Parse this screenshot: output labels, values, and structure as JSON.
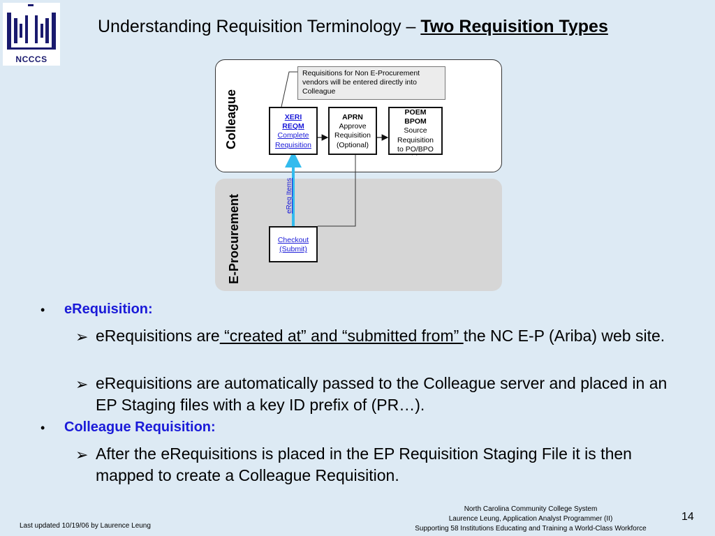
{
  "logo": {
    "text": "NCCCS"
  },
  "title": {
    "prefix": "Understanding Requisition Terminology – ",
    "emphasis": "Two Requisition Types"
  },
  "diagram": {
    "colleague_label": "Colleague",
    "ep_label": "E-Procurement",
    "note": "Requisitions for Non E-Procurement vendors will be entered directly into Colleague",
    "xeri": {
      "line1": "XERI",
      "line2": "REQM",
      "line3": "Complete",
      "line4": "Requisition"
    },
    "aprn": {
      "line1": "APRN",
      "line2": "Approve",
      "line3": "Requisition",
      "line4": "(Optional)"
    },
    "poem": {
      "line1": "POEM",
      "line2": "BPOM",
      "line3": "Source",
      "line4": "Requisition",
      "line5": "to PO/BPO"
    },
    "checkout": {
      "line1": "Checkout",
      "line2": "(Submit)"
    },
    "ereq_items": "eReq Items",
    "colors": {
      "accent_arrow": "#33bbee",
      "link_blue": "#1a1ad8",
      "ep_panel": "#d6d6d6"
    }
  },
  "bullets": {
    "b1": {
      "marker": "•",
      "heading": "eRequisition:",
      "s1_pre": "eRequisitions are",
      "s1_u": " “created at” and “submitted from” ",
      "s1_post": "the NC E-P (Ariba) web site.",
      "s2": "eRequisitions are automatically passed to the Colleague server and placed in an EP Staging files with a key ID prefix of (PR…)."
    },
    "b2": {
      "marker": "•",
      "heading": "Colleague Requisition:",
      "s3": "After the eRequisitions is placed in the EP Requisition Staging File it is then mapped to create a Colleague Requisition."
    },
    "sub_marker": "➢"
  },
  "footer": {
    "left": "Last updated 10/19/06 by Laurence Leung",
    "center_1": "North Carolina Community College System",
    "center_2": "Laurence Leung, Application Analyst Programmer (II)",
    "center_3": "Supporting 58 Institutions Educating and Training a World-Class Workforce",
    "page": "14"
  }
}
